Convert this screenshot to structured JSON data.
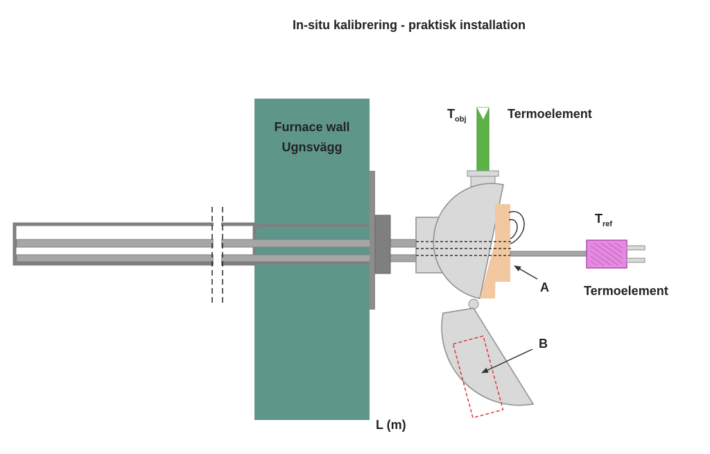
{
  "title": "In-situ kalibrering - praktisk installation",
  "furnace_wall": {
    "line1": "Furnace wall",
    "line2": "Ugnsvägg"
  },
  "t_obj": {
    "symbol": "T",
    "subscript": "obj"
  },
  "t_ref": {
    "symbol": "T",
    "subscript": "ref"
  },
  "thermocouple_top_label": "Termoelement",
  "thermocouple_right_label": "Termoelement",
  "label_a": "A",
  "label_b": "B",
  "length_label": "L (m)",
  "colors": {
    "furnace_wall": "#5f968a",
    "thermocouple_green": "#5bb346",
    "copper_block": "#f2c8a0",
    "connector_pink": "#e48ae0",
    "housing_grey": "#d9d9d9",
    "outline_grey": "#808080",
    "dashed_red": "#e0353d"
  }
}
